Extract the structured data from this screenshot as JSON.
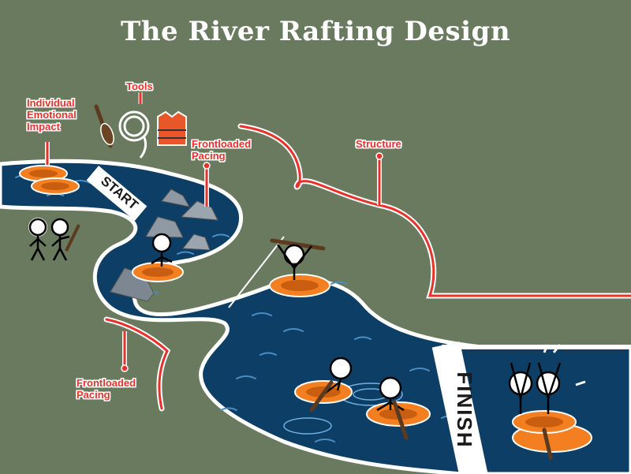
{
  "title": "The River Rafting Design",
  "labels": {
    "individual_emotional_impact": "Individual\nEmotional\nImpact",
    "tools": "Tools",
    "frontloaded_pacing_top": "Frontloaded\nPacing",
    "structure": "Structure",
    "frontloaded_pacing_bottom": "Frontloaded\nPacing"
  },
  "signs": {
    "start": "START",
    "finish": "FINISH"
  },
  "colors": {
    "background": "#6a7a5e",
    "river": "#0d3f66",
    "river_dark": "#0a2f4f",
    "raft": "#f47f20",
    "annotation": "#e8312a",
    "bank": "#ffffff"
  }
}
